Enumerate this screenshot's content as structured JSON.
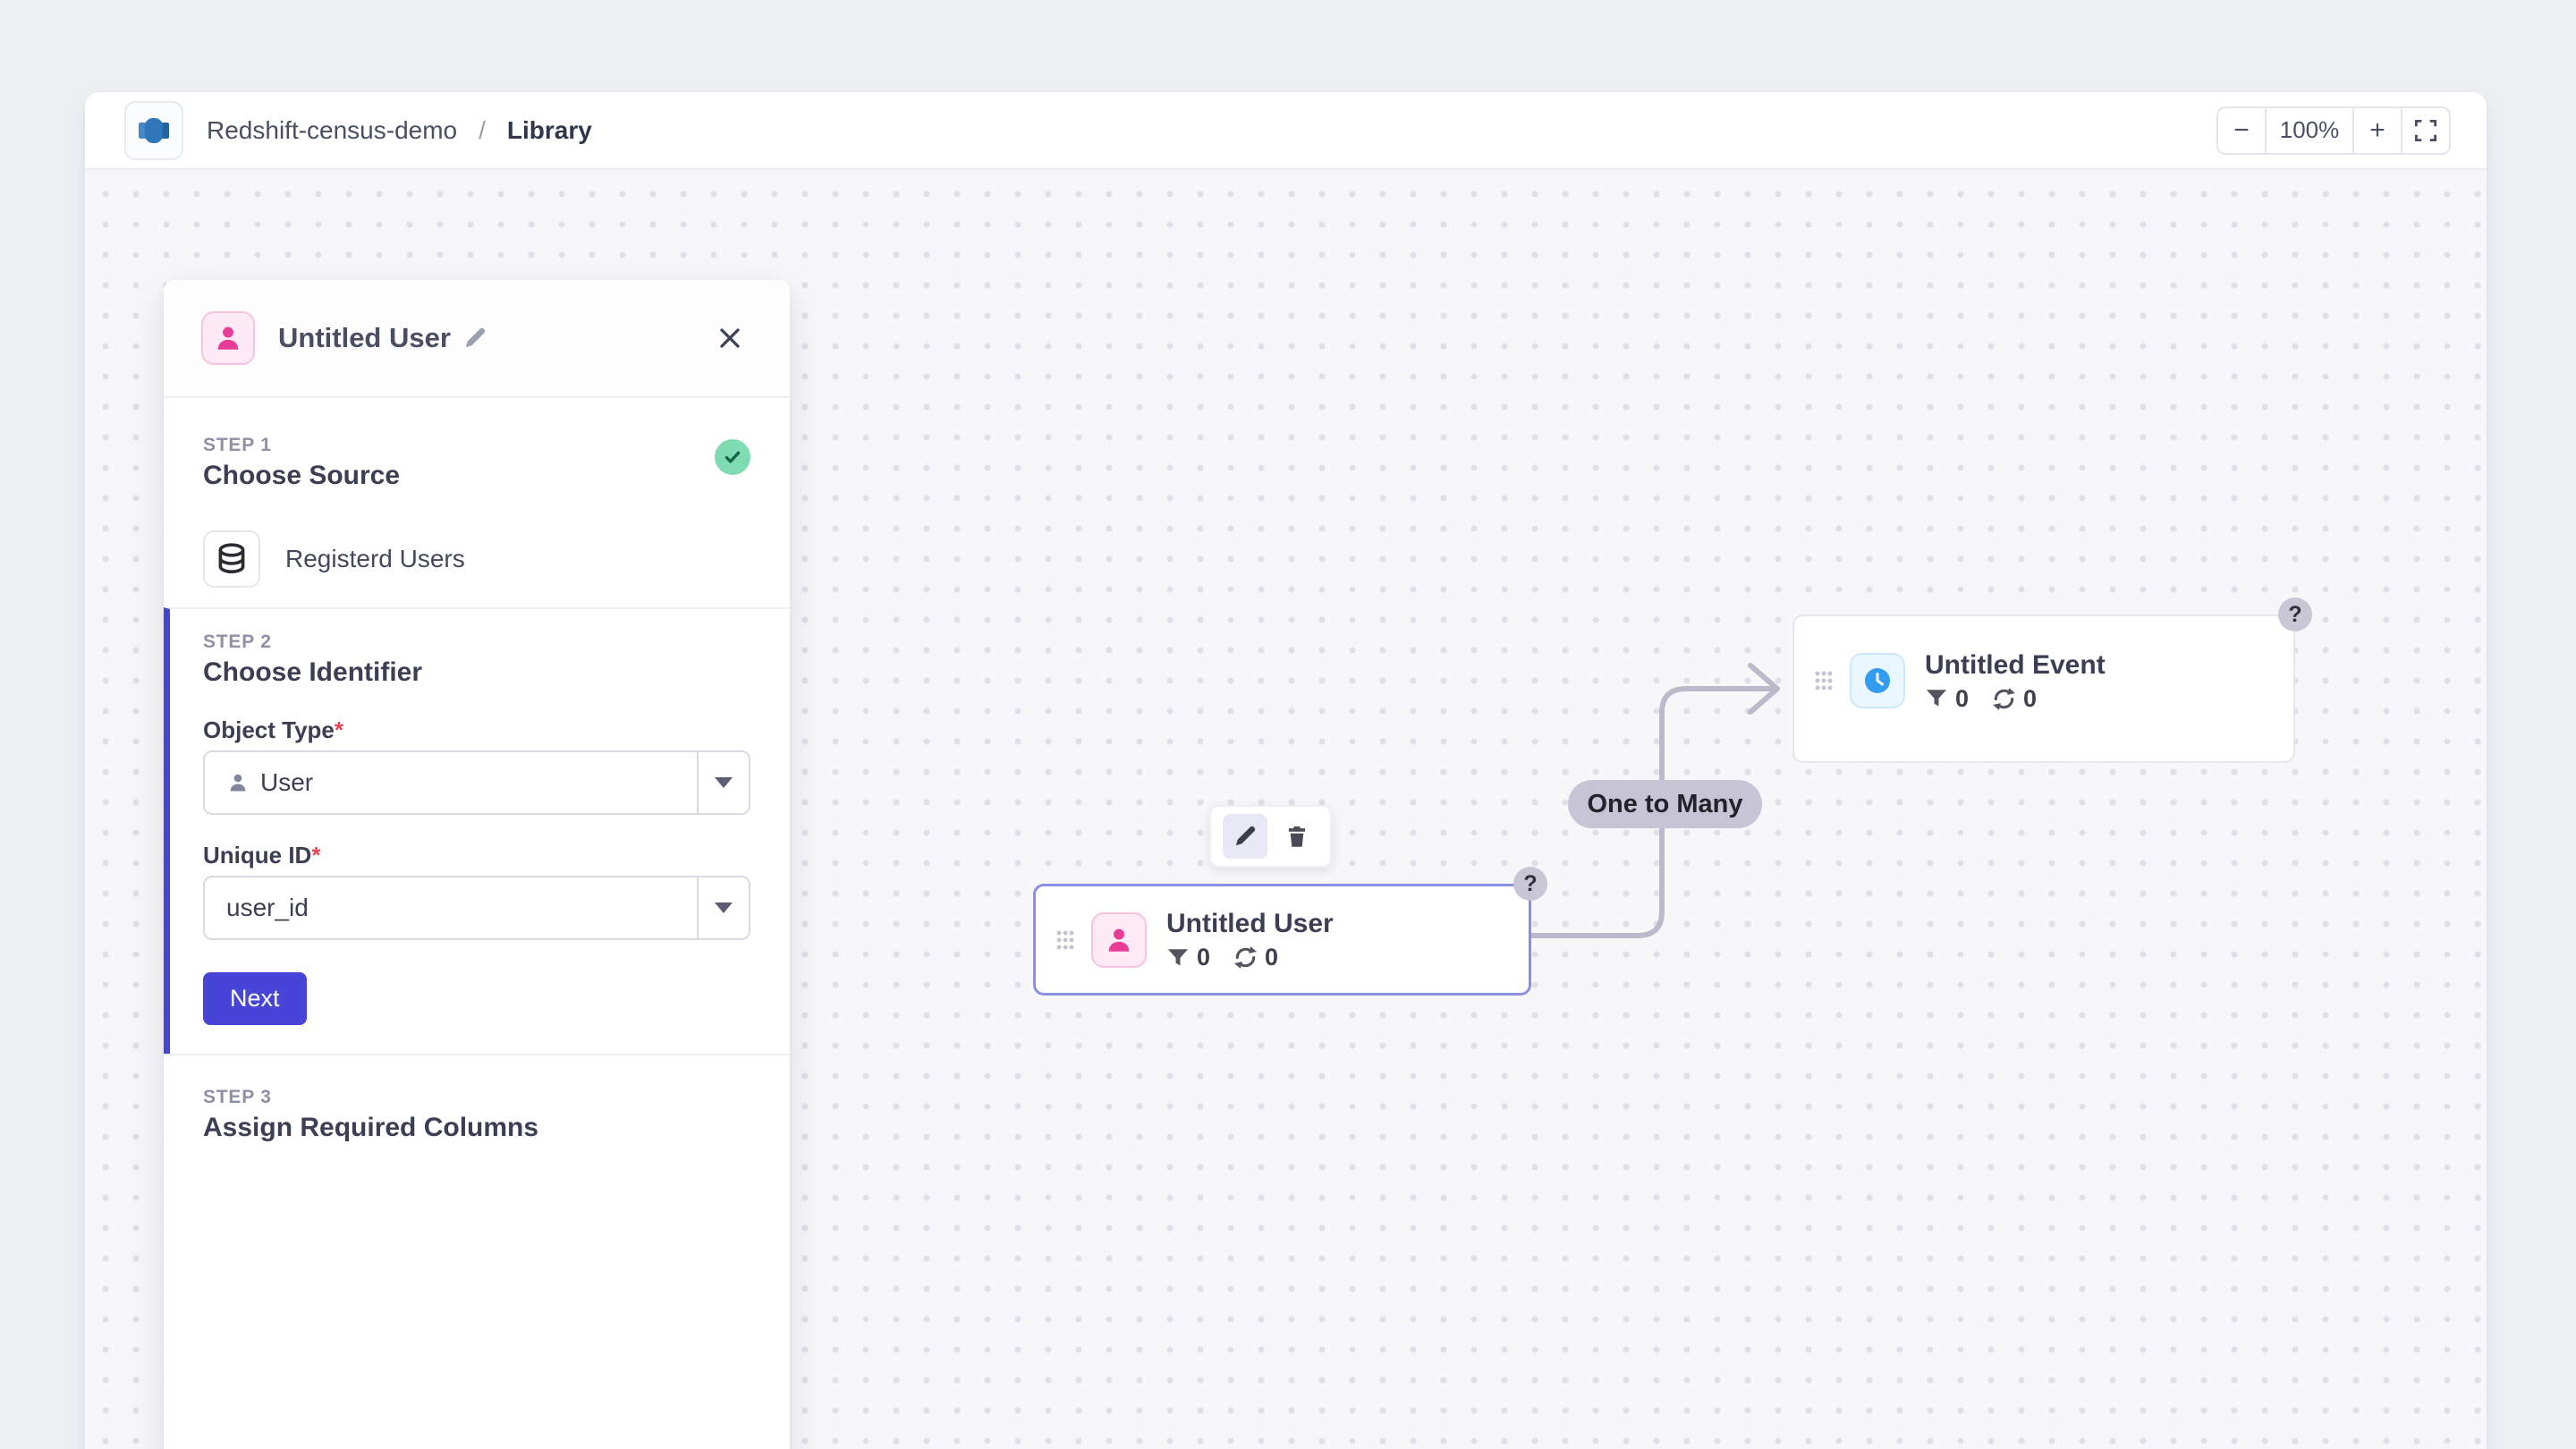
{
  "header": {
    "breadcrumb": {
      "project": "Redshift-census-demo",
      "separator": "/",
      "current": "Library"
    },
    "zoom_controls": {
      "zoom_out": "−",
      "zoom_level": "100%",
      "zoom_in": "+"
    }
  },
  "panel": {
    "title": "Untitled User",
    "close_glyph": "✕",
    "step1": {
      "label": "STEP 1",
      "title": "Choose Source",
      "source_name": "Registerd Users"
    },
    "step2": {
      "label": "STEP 2",
      "title": "Choose Identifier",
      "object_type_label": "Object Type",
      "unique_id_label": "Unique ID",
      "required_marker": "*",
      "object_type_value": "User",
      "unique_id_value": "user_id",
      "next_label": "Next"
    },
    "step3": {
      "label": "STEP 3",
      "title": "Assign Required Columns"
    }
  },
  "canvas": {
    "user_node": {
      "title": "Untitled User",
      "filter_count": "0",
      "sync_count": "0",
      "help": "?"
    },
    "event_node": {
      "title": "Untitled Event",
      "filter_count": "0",
      "sync_count": "0",
      "help": "?"
    },
    "edge_label": "One to Many"
  },
  "colors": {
    "accent_indigo": "#4645d8",
    "selected_node_border": "#8a8fe2",
    "pink": "#e83d97",
    "blue": "#339cf0",
    "green_check": "#7fdcb2",
    "edge_lavender": "#c7c4d6"
  }
}
